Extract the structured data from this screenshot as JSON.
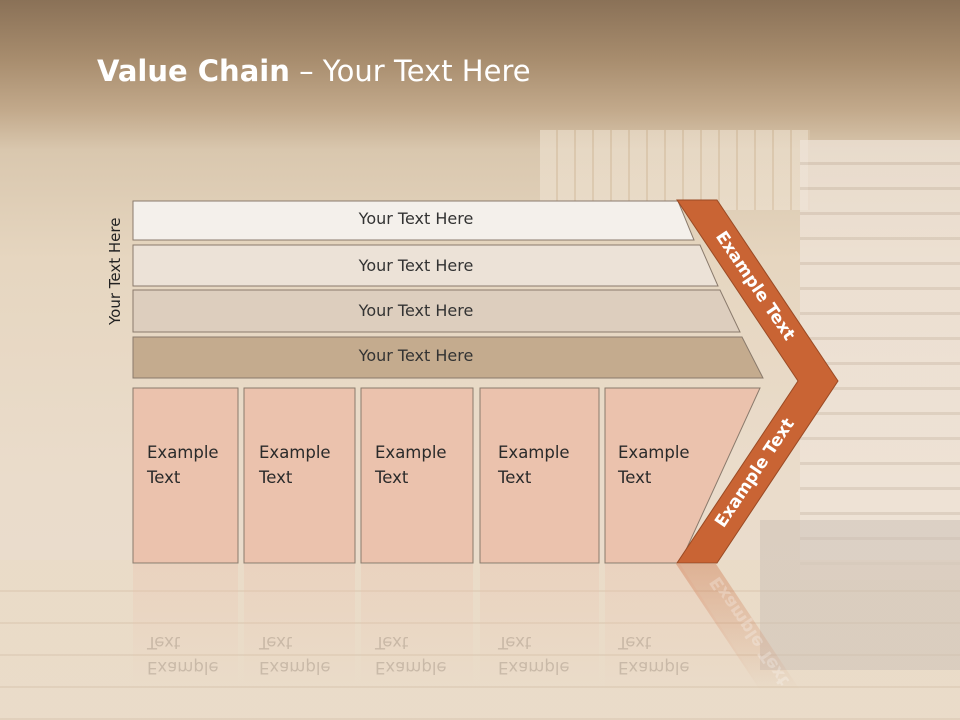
{
  "title": {
    "bold": "Value Chain",
    "rest": " – Your Text Here"
  },
  "side_label": "Your Text Here",
  "rows": [
    {
      "label": "Your Text Here"
    },
    {
      "label": "Your Text Here"
    },
    {
      "label": "Your Text Here"
    },
    {
      "label": "Your Text Here"
    }
  ],
  "boxes": [
    {
      "line1": "Example",
      "line2": "Text"
    },
    {
      "line1": "Example",
      "line2": "Text"
    },
    {
      "line1": "Example",
      "line2": "Text"
    },
    {
      "line1": "Example",
      "line2": "Text"
    },
    {
      "line1": "Example",
      "line2": "Text"
    }
  ],
  "chevron": {
    "upper_label": "Example Text",
    "lower_label": "Example Text"
  },
  "colors": {
    "chevron": "#c96434",
    "row1": "#f4f0eb",
    "row2": "#ece2d7",
    "row3": "#ddcebe",
    "row4": "#c4ab8e",
    "box": "#ebc2ad"
  }
}
